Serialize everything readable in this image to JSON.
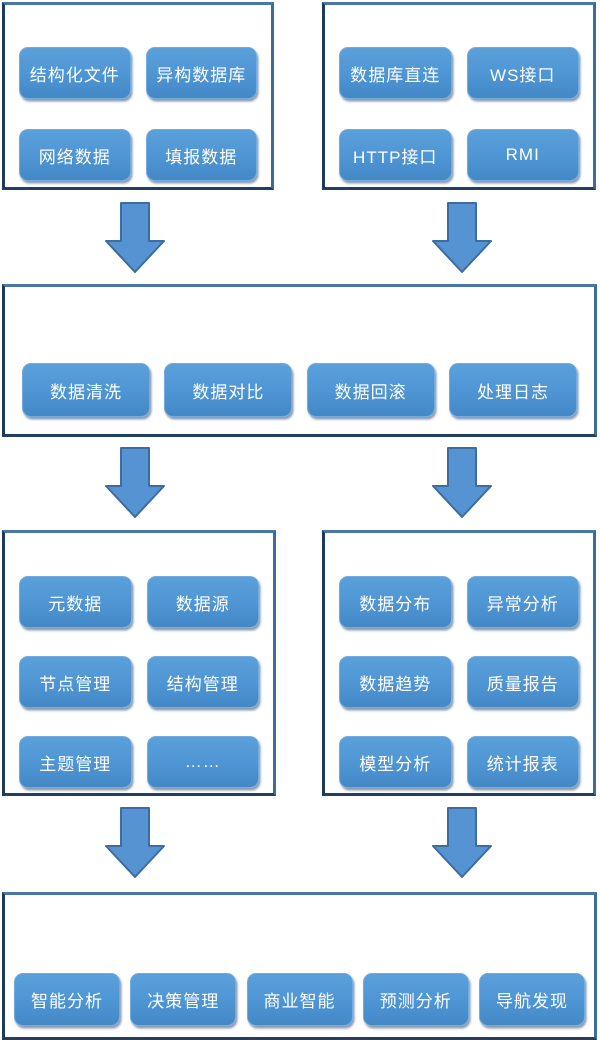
{
  "diagram": {
    "background": "#ffffff",
    "colors": {
      "node_fill": "#4f96d5",
      "node_border_highlight": "#74aadd",
      "node_text": "#ffffff",
      "panel_border_light": "#4878a6",
      "panel_border_dark": "#1d3a58",
      "arrow_fill": "#5593d3",
      "arrow_outline": "#3d6c9e"
    },
    "icons": {
      "down_arrow": "down-arrow-icon"
    },
    "groups": [
      {
        "name": "data-sources",
        "items": [
          "结构化文件",
          "异构数据库",
          "网络数据",
          "填报数据"
        ]
      },
      {
        "name": "data-interfaces",
        "items": [
          "数据库直连",
          "WS接口",
          "HTTP接口",
          "RMI"
        ]
      },
      {
        "name": "data-processing",
        "items": [
          "数据清洗",
          "数据对比",
          "数据回滚",
          "处理日志"
        ]
      },
      {
        "name": "data-management",
        "items": [
          "元数据",
          "数据源",
          "节点管理",
          "结构管理",
          "主题管理",
          "……"
        ]
      },
      {
        "name": "data-analysis",
        "items": [
          "数据分布",
          "异常分析",
          "数据趋势",
          "质量报告",
          "模型分析",
          "统计报表"
        ]
      },
      {
        "name": "applications",
        "items": [
          "智能分析",
          "决策管理",
          "商业智能",
          "预测分析",
          "导航发现"
        ]
      }
    ]
  }
}
